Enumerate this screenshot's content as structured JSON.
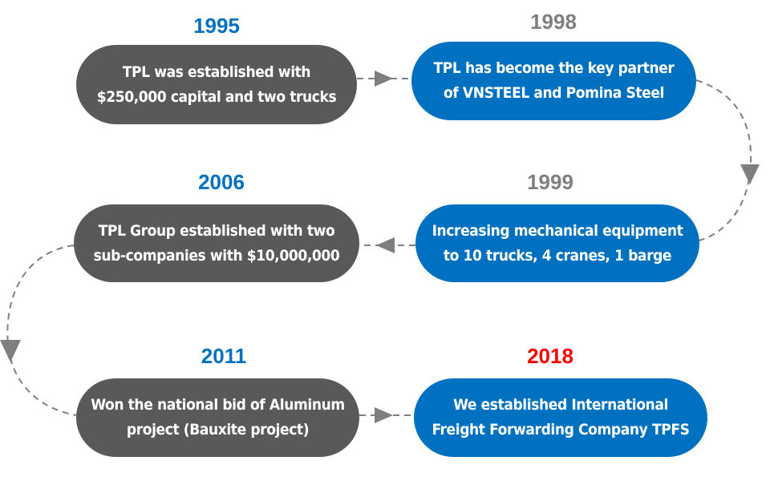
{
  "colors": {
    "gray_pill": "#595959",
    "blue_pill": "#0070c0",
    "year_blue": "#0070c0",
    "year_gray": "#7f7f7f",
    "year_red": "#ff0000",
    "connector": "#7f7f7f"
  },
  "milestones": [
    {
      "year": "1995",
      "text": "TPL was established with\n$250,000 capital and two trucks"
    },
    {
      "year": "1998",
      "text": "TPL has become the key partner\nof VNSTEEL and Pomina Steel"
    },
    {
      "year": "1999",
      "text": "Increasing mechanical equipment\nto 10 trucks, 4 cranes, 1 barge"
    },
    {
      "year": "2006",
      "text": "TPL Group established with two\nsub-companies with $10,000,000"
    },
    {
      "year": "2011",
      "text": "Won the national bid of Aluminum\nproject (Bauxite project)"
    },
    {
      "year": "2018",
      "text": "We established International\nFreight Forwarding Company  TPFS"
    }
  ]
}
